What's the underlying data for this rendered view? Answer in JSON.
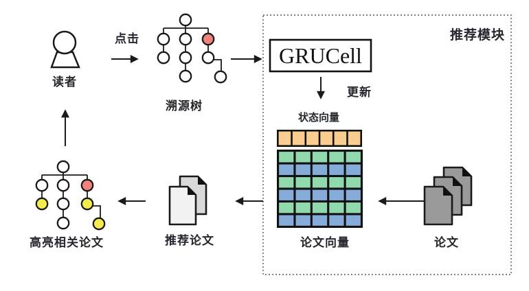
{
  "labels": {
    "reader": "读者",
    "click": "点击",
    "source_tree": "溯源树",
    "module": "推荐模块",
    "grucell": "GRUCell",
    "update": "更新",
    "state_vector": "状态向量",
    "paper_vector": "论文向量",
    "papers": "论文",
    "recommended_papers": "推荐论文",
    "highlighted_papers": "高亮相关论文"
  },
  "colors": {
    "line": "#1a1a1a",
    "node_white": "#ffffff",
    "node_red": "#F0837B",
    "node_yellow": "#F4EC4F",
    "cell_orange": "#F9CC8F",
    "cell_green": "#8FD9AD",
    "cell_blue": "#85ABD8",
    "paper_dark": "#9A9A9A",
    "paper_mid": "#D9D9D9",
    "paper_light": "#F2F2F2",
    "dashed_border": "#555555"
  },
  "source_tree": {
    "node_fills": [
      "white",
      "white",
      "white",
      "red",
      "white",
      "white",
      "white",
      "white",
      "white"
    ]
  },
  "highlight_tree": {
    "node_fills": [
      "white",
      "white",
      "white",
      "red",
      "yellow",
      "white",
      "yellow",
      "white",
      "yellow"
    ]
  },
  "state_vector": {
    "cells": 6,
    "cell_color": "#F9CC8F"
  },
  "paper_matrix": {
    "rows": 6,
    "cols": 5,
    "row_colors": [
      "#8FD9AD",
      "#85ABD8",
      "#8FD9AD",
      "#85ABD8",
      "#8FD9AD",
      "#85ABD8"
    ]
  },
  "papers_stack_count": 3,
  "recommended_stack_count": 2
}
